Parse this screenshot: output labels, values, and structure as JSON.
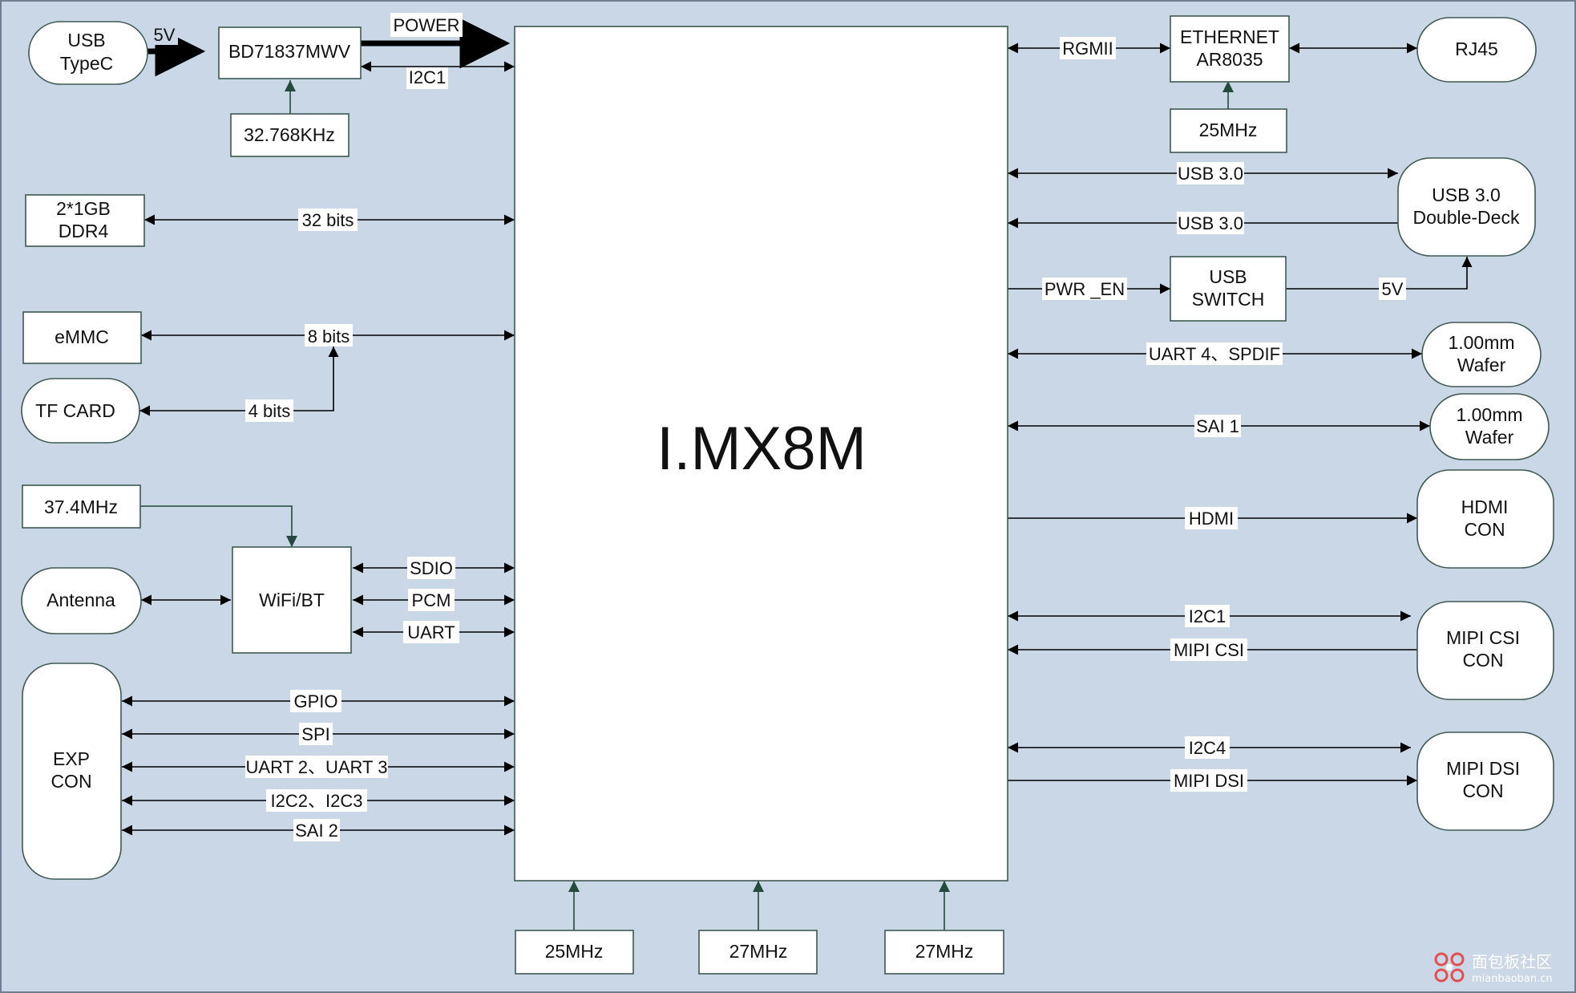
{
  "diagram": {
    "cpu": "I.MX8M",
    "nodes": {
      "usb_typec": [
        "USB",
        "TypeC"
      ],
      "pmic": "BD71837MWV",
      "rtc_clk": "32.768KHz",
      "ddr": [
        "2*1GB",
        "DDR4"
      ],
      "emmc": "eMMC",
      "tf_card": "TF CARD",
      "wifi_clk": "37.4MHz",
      "antenna": "Antenna",
      "wifi_bt": "WiFi/BT",
      "exp_con": [
        "EXP",
        "CON"
      ],
      "ethernet": [
        "ETHERNET",
        "AR8035"
      ],
      "eth_clk": "25MHz",
      "rj45": "RJ45",
      "usb3_deck": [
        "USB 3.0",
        "Double-Deck"
      ],
      "usb_switch": [
        "USB",
        "SWITCH"
      ],
      "wafer1": [
        "1.00mm",
        "Wafer"
      ],
      "wafer2": [
        "1.00mm",
        "Wafer"
      ],
      "hdmi_con": [
        "HDMI",
        "CON"
      ],
      "mipi_csi_con": [
        "MIPI CSI",
        "CON"
      ],
      "mipi_dsi_con": [
        "MIPI DSI",
        "CON"
      ],
      "clk_bottom_1": "25MHz",
      "clk_bottom_2": "27MHz",
      "clk_bottom_3": "27MHz"
    },
    "links": {
      "five_v_in": "5V",
      "power": "POWER",
      "i2c1_pmic": "I2C1",
      "ddr_bus": "32 bits",
      "emmc_bus": "8 bits",
      "tf_bus": "4 bits",
      "sdio": "SDIO",
      "pcm": "PCM",
      "uart": "UART",
      "gpio": "GPIO",
      "spi": "SPI",
      "uart23": "UART 2、UART 3",
      "i2c23": "I2C2、I2C3",
      "sai2": "SAI 2",
      "rgmii": "RGMII",
      "usb30_a": "USB 3.0",
      "usb30_b": "USB 3.0",
      "pwr_en": "PWR _EN",
      "five_v_switch": "5V",
      "uart4_spdif": "UART 4、SPDIF",
      "sai1": "SAI 1",
      "hdmi": "HDMI",
      "i2c1_csi": "I2C1",
      "mipi_csi": "MIPI CSI",
      "i2c4": "I2C4",
      "mipi_dsi": "MIPI DSI"
    }
  },
  "watermark": {
    "cn": "面包板社区",
    "url": "mianbaoban.cn"
  },
  "colors": {
    "background": "#c9d7e7",
    "box_fill": "#ffffff",
    "box_stroke": "#3d5a50",
    "clock_arrow": "#234a3a"
  }
}
